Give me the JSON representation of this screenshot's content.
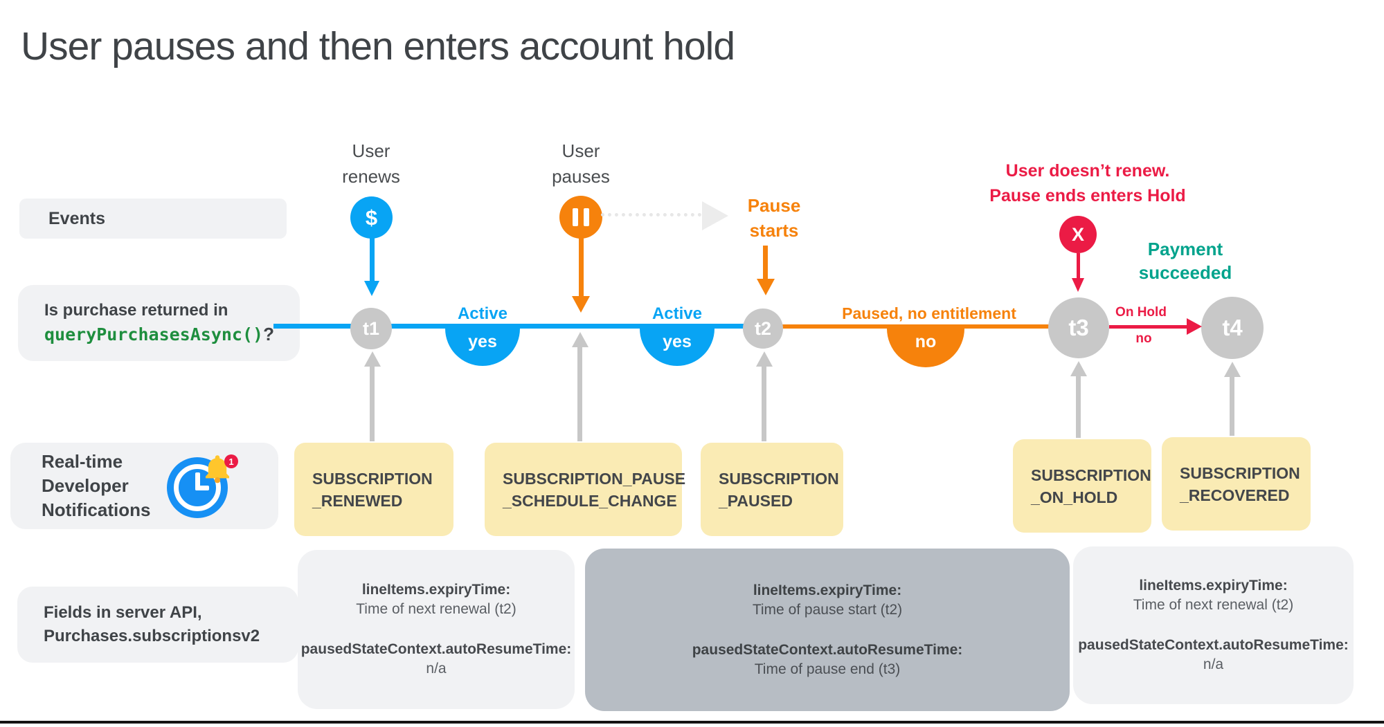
{
  "title": "User pauses and then enters account hold",
  "colors": {
    "blue": "#08A4F4",
    "orange": "#F6820C",
    "red": "#EB1B45",
    "teal": "#00A38C",
    "code_green": "#1E8E3E",
    "icon_blue": "#1690F4",
    "node_gray": "#C8C8C8",
    "arrow_gray": "#C7C7C7",
    "label_bg": "#F1F2F4",
    "rtdn_bg": "#FAEBB4",
    "fields_dark": "#B7BDC4",
    "ink": "#3F4347"
  },
  "rows": {
    "events": "Events",
    "purchase_line1": "Is purchase returned in",
    "purchase_code": "queryPurchasesAsync()",
    "purchase_suffix": "?",
    "rtdn_line1": "Real-time",
    "rtdn_line2": "Developer",
    "rtdn_line3": "Notifications",
    "rtdn_badge_count": "1",
    "fields_line1": "Fields in server API,",
    "fields_line2": "Purchases.subscriptionsv2"
  },
  "events": {
    "renew": {
      "line1": "User",
      "line2": "renews",
      "symbol": "$"
    },
    "pause": {
      "line1": "User",
      "line2": "pauses"
    },
    "pause_starts": {
      "line1": "Pause",
      "line2": "starts"
    },
    "no_renew": {
      "line1": "User doesn’t renew.",
      "line2": "Pause ends enters Hold",
      "symbol": "X"
    },
    "payment": {
      "line1": "Payment",
      "line2": "succeeded"
    }
  },
  "timeline": {
    "nodes": [
      {
        "label": "t1"
      },
      {
        "label": "t2"
      },
      {
        "label": "t3"
      },
      {
        "label": "t4"
      }
    ],
    "segments": [
      {
        "state": "Active",
        "answer": "yes"
      },
      {
        "state": "Active",
        "answer": "yes"
      },
      {
        "state": "Paused, no entitlement",
        "answer": "no"
      },
      {
        "state": "On Hold",
        "answer": "no"
      }
    ]
  },
  "rtdn_boxes": [
    {
      "line1": "SUBSCRIPTION",
      "line2": "_RENEWED"
    },
    {
      "line1": "SUBSCRIPTION_PAUSE",
      "line2": "_SCHEDULE_CHANGE"
    },
    {
      "line1": "SUBSCRIPTION",
      "line2": "_PAUSED"
    },
    {
      "line1": "SUBSCRIPTION",
      "line2": "_ON_HOLD"
    },
    {
      "line1": "SUBSCRIPTION",
      "line2": "_RECOVERED"
    }
  ],
  "field_boxes": [
    {
      "f1_name": "lineItems.expiryTime:",
      "f1_value": "Time of next renewal (t2)",
      "f2_name": "pausedStateContext.autoResumeTime:",
      "f2_value": "n/a"
    },
    {
      "f1_name": "lineItems.expiryTime:",
      "f1_value": "Time of pause start (t2)",
      "f2_name": "pausedStateContext.autoResumeTime:",
      "f2_value": "Time of pause end (t3)"
    },
    {
      "f1_name": "lineItems.expiryTime:",
      "f1_value": "Time of next renewal (t2)",
      "f2_name": "pausedStateContext.autoResumeTime:",
      "f2_value": "n/a"
    }
  ]
}
